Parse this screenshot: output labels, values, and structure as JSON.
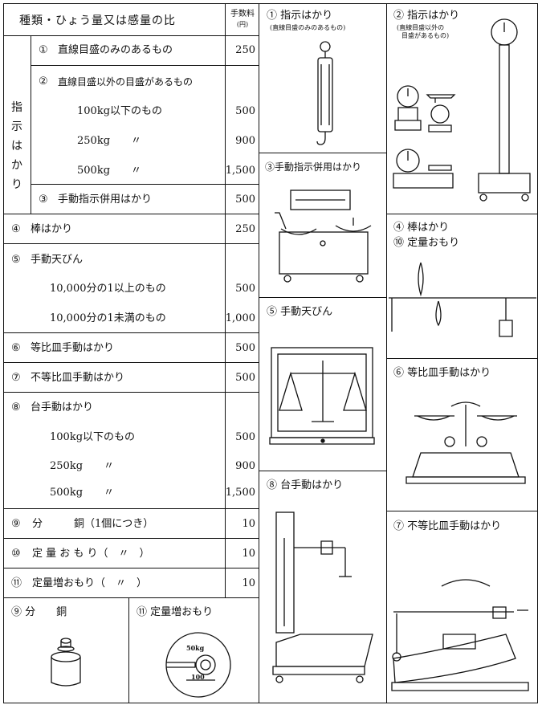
{
  "table": {
    "header": {
      "category": "種類・ひょう量又は感量の比",
      "fee": "手数料",
      "fee_unit": "(円)"
    },
    "shiji_group_label": "指示はかり",
    "rows": [
      {
        "num": "①",
        "label": "直線目盛のみのあるもの",
        "fee": "250"
      },
      {
        "num": "②",
        "label": "直線目盛以外の目盛があるもの",
        "fee": ""
      },
      {
        "num": "",
        "label": "100kg以下のもの",
        "fee": "500"
      },
      {
        "num": "",
        "label": "250kg　　〃",
        "fee": "900"
      },
      {
        "num": "",
        "label": "500kg　　〃",
        "fee": "1,500"
      },
      {
        "num": "③",
        "label": "手動指示併用はかり",
        "fee": "500"
      },
      {
        "num": "④",
        "label": "棒はかり",
        "fee": "250"
      },
      {
        "num": "⑤",
        "label": "手動天びん",
        "fee": ""
      },
      {
        "num": "",
        "label": "10,000分の1以上のもの",
        "fee": "500"
      },
      {
        "num": "",
        "label": "10,000分の1未満のもの",
        "fee": "1,000"
      },
      {
        "num": "⑥",
        "label": "等比皿手動はかり",
        "fee": "500"
      },
      {
        "num": "⑦",
        "label": "不等比皿手動はかり",
        "fee": "500"
      },
      {
        "num": "⑧",
        "label": "台手動はかり",
        "fee": ""
      },
      {
        "num": "",
        "label": "100kg以下のもの",
        "fee": "500"
      },
      {
        "num": "",
        "label": "250kg　　〃",
        "fee": "900"
      },
      {
        "num": "",
        "label": "500kg　　〃",
        "fee": "1,500"
      },
      {
        "num": "⑨",
        "label": "分　　　銅（1個につき）",
        "fee": "10"
      },
      {
        "num": "⑩",
        "label": "定 量 お も り（　〃　）",
        "fee": "10"
      },
      {
        "num": "⑪",
        "label": "定量増おもり（　〃　）",
        "fee": "10"
      }
    ]
  },
  "illustrations": {
    "p1_title": "① 指示はかり",
    "p1_sub": "(直線目盛のみのあるもの)",
    "p2_title": "② 指示はかり",
    "p2_sub1": "(直線目盛以外の",
    "p2_sub2": "目盛があるもの)",
    "p3_title": "③手動指示併用はかり",
    "p4_title": "④ 棒はかり",
    "p10_title": "⑩ 定量おもり",
    "p5_title": "⑤ 手動天びん",
    "p6_title": "⑥ 等比皿手動はかり",
    "p8_title": "⑧ 台手動はかり",
    "p7_title": "⑦ 不等比皿手動はかり",
    "p9_title": "⑨ 分　　銅",
    "p11_title": "⑪ 定量増おもり",
    "p11_label1": "50kg",
    "p11_label2": "100"
  }
}
